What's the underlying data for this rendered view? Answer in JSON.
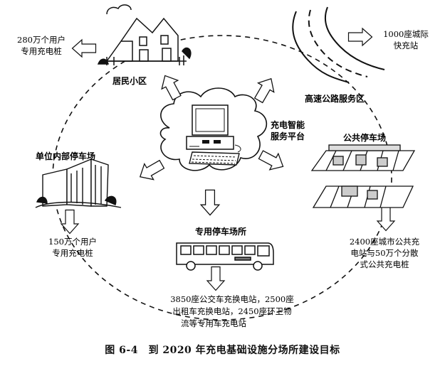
{
  "figure": {
    "caption": "图 6-4　到 2020 年充电基础设施分场所建设目标"
  },
  "center": {
    "title_line1": "充电智能",
    "title_line2": "服务平台"
  },
  "nodes": {
    "residential": {
      "name": "居民小区",
      "target_line1": "280万个用户",
      "target_line2": "专用充电桩"
    },
    "highway": {
      "name": "高速公路服务区",
      "target_line1": "1000座城际",
      "target_line2": "快充站"
    },
    "public_parking": {
      "name": "公共停车场",
      "target_line1": "2400座城市公共充",
      "target_line2": "电站与50万个分散",
      "target_line3": "式公共充电桩"
    },
    "dedicated_parking": {
      "name": "专用停车场所",
      "target_line1": "3850座公交车充换电站，2500座",
      "target_line2": "出租车充换电站，2450座环卫物",
      "target_line3": "流等专用车充电站"
    },
    "workplace": {
      "name": "单位内部停车场",
      "target_line1": "150万个用户",
      "target_line2": "专用充电桩"
    }
  }
}
